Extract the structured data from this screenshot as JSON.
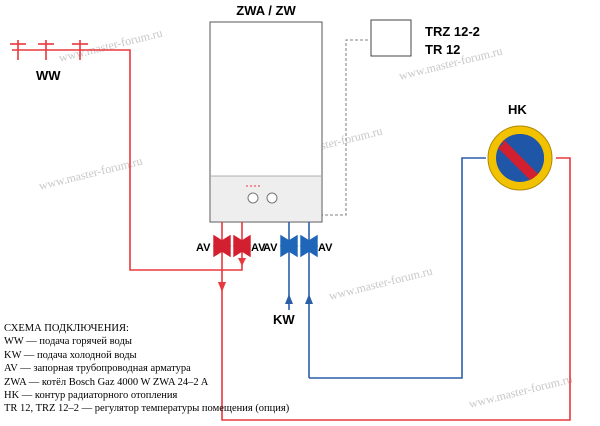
{
  "labels": {
    "boiler": "ZWA / ZW",
    "regulator_line1": "TRZ 12-2",
    "regulator_line2": "TR 12",
    "hot_water": "WW",
    "heating_circuit": "HK",
    "cold_water": "KW",
    "valve": "AV"
  },
  "watermark": "www.master-forum.ru",
  "legend": {
    "title": "СХЕМА ПОДКЛЮЧЕНИЯ:",
    "lines": [
      "WW — подача горячей воды",
      "KW — подача холодной воды",
      "AV — запорная трубопроводная арматура",
      "ZWA — котёл Bosch Gaz 4000 W ZWA 24–2 A",
      "HK — контур радиаторного отопления",
      "TR 12, TRZ 12–2 — регулятор температуры помещения (опция)"
    ]
  },
  "colors": {
    "hot": "#e8383d",
    "cold": "#2a5fa8",
    "valve_red": "#d22030",
    "valve_blue": "#1f66b8",
    "boiler_panel": "#eeeeee",
    "dashed": "#9a9a9a"
  }
}
